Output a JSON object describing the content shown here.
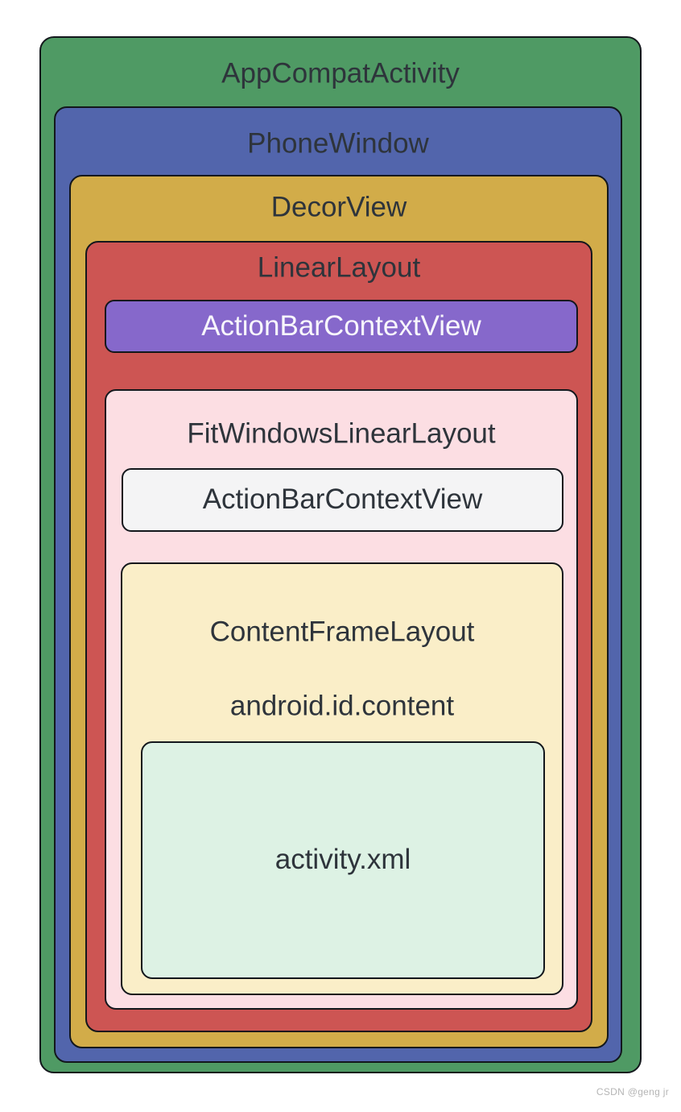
{
  "palette": {
    "canvas_bg": "#ffffff",
    "border": "#13171c",
    "text_dark": "#2e343b",
    "text_light": "#f8f7fc",
    "watermark": "#b5b5b5",
    "green": "#4f9a64",
    "blue": "#5265ac",
    "gold": "#d2ac49",
    "red": "#cd5553",
    "purple": "#8668cb",
    "pink": "#fcdee3",
    "light_gray": "#f4f4f5",
    "cream": "#faeec8",
    "mint": "#ddf2e4"
  },
  "hierarchy": {
    "app_compat_activity": {
      "label": "AppCompatActivity",
      "fill": "#4f9a64",
      "text": "#2e343b"
    },
    "phone_window": {
      "label": "PhoneWindow",
      "fill": "#5265ac",
      "text": "#2e343b"
    },
    "decor_view": {
      "label": "DecorView",
      "fill": "#d2ac49",
      "text": "#2e343b"
    },
    "linear_layout": {
      "label": "LinearLayout",
      "fill": "#cd5553",
      "text": "#2e343b"
    },
    "action_bar_context_view_top": {
      "label": "ActionBarContextView",
      "fill": "#8668cb",
      "text": "#f8f7fc"
    },
    "fit_windows_linear_layout": {
      "label": "FitWindowsLinearLayout",
      "fill": "#fcdee3",
      "text": "#2e343b"
    },
    "action_bar_context_view_inner": {
      "label": "ActionBarContextView",
      "fill": "#f4f4f5",
      "text": "#2e343b"
    },
    "content_frame_layout": {
      "label": "ContentFrameLayout",
      "sub_label": "android.id.content",
      "fill": "#faeec8",
      "text": "#2e343b"
    },
    "activity_xml": {
      "label": "activity.xml",
      "fill": "#ddf2e4",
      "text": "#2e343b"
    }
  },
  "watermark": {
    "label": "CSDN @geng jr",
    "color": "#b5b5b5"
  }
}
